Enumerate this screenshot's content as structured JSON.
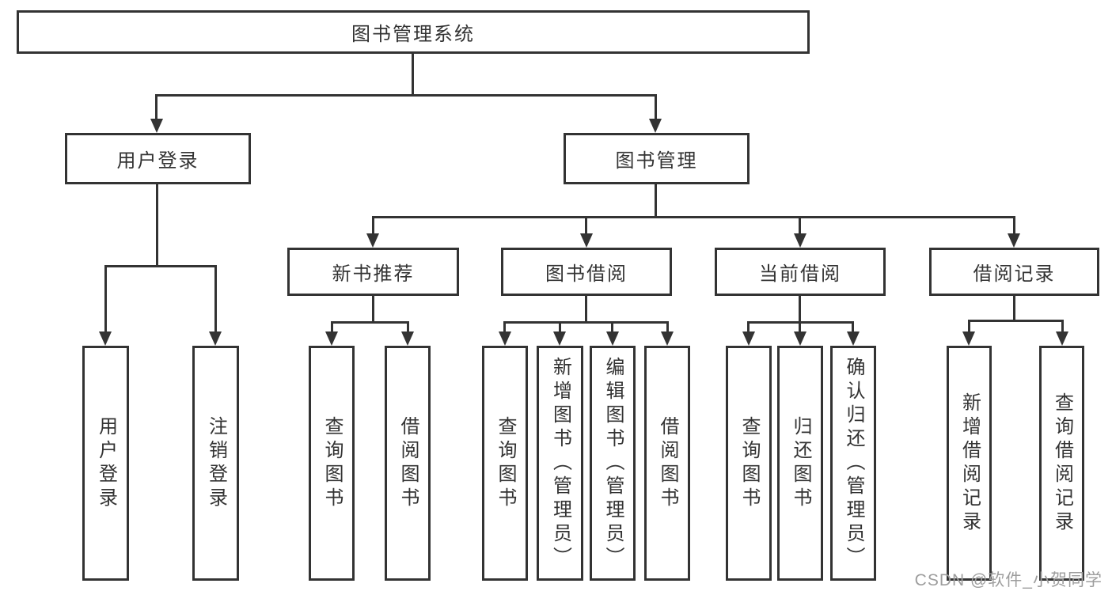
{
  "diagram": {
    "root": {
      "label": "图书管理系统"
    },
    "level2": [
      {
        "label": "用户登录"
      },
      {
        "label": "图书管理"
      }
    ],
    "level3": [
      {
        "label": "新书推荐"
      },
      {
        "label": "图书借阅"
      },
      {
        "label": "当前借阅"
      },
      {
        "label": "借阅记录"
      }
    ],
    "leaves": [
      "用户登录",
      "注销登录",
      "查询图书",
      "借阅图书",
      "查询图书",
      "新增图书（管理员）",
      "编辑图书（管理员）",
      "借阅图书",
      "查询图书",
      "归还图书",
      "确认归还（管理员）",
      "新增借阅记录",
      "查询借阅记录"
    ]
  },
  "watermark": {
    "text": "CSDN @软件_小贺同学"
  },
  "colors": {
    "line": "#333333",
    "text": "#333333",
    "watermark": "#9d9d9d",
    "background": "#ffffff"
  }
}
